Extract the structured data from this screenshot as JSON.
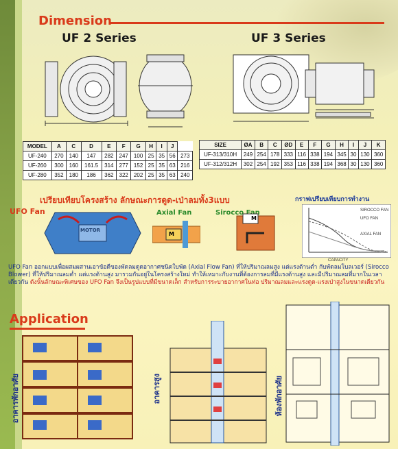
{
  "headings": {
    "dimension": "Dimension",
    "application": "Application"
  },
  "uf2": {
    "title": "UF 2 Series",
    "table": {
      "headers": [
        "MODEL",
        "A",
        "C",
        "D",
        "E",
        "F",
        "G",
        "H",
        "I",
        "J"
      ],
      "rows": [
        [
          "UF-240",
          "270",
          "140",
          "147",
          "282",
          "247",
          "100",
          "25",
          "35",
          "56",
          "273"
        ],
        [
          "UF-260",
          "300",
          "160",
          "161.5",
          "314",
          "277",
          "152",
          "25",
          "35",
          "63",
          "216"
        ],
        [
          "UF-280",
          "352",
          "180",
          "186",
          "362",
          "322",
          "202",
          "25",
          "35",
          "63",
          "240"
        ]
      ]
    }
  },
  "uf3": {
    "title": "UF 3 Series",
    "table": {
      "headers": [
        "SIZE",
        "ØA",
        "B",
        "C",
        "ØD",
        "E",
        "F",
        "G",
        "H",
        "I",
        "J",
        "K"
      ],
      "rows": [
        [
          "UF-313/310H",
          "249",
          "254",
          "178",
          "333",
          "116",
          "338",
          "194",
          "345",
          "30",
          "130",
          "360"
        ],
        [
          "UF-312/312H",
          "302",
          "254",
          "192",
          "353",
          "116",
          "338",
          "194",
          "368",
          "30",
          "130",
          "360"
        ]
      ]
    }
  },
  "compare": {
    "title": "เปรียบเทียบโครงสร้าง ลักษณะการดูด-เป่าลมทั้ง3แบบ",
    "ufo": "UFO Fan",
    "axial": "Axial Fan",
    "sirocco": "Sirocco Fan",
    "motor": "MOTOR",
    "m": "M"
  },
  "curve": {
    "title": "กราฟเปรียบเทียบการทำงาน",
    "legend": [
      "SIROCCO FAN",
      "UFO FAN",
      "AXIAL FAN"
    ],
    "xlabel": "CAPACITY"
  },
  "paragraph": {
    "part1": "UFO Fan ออกแบบเพื่อผสมผสานเอาข้อดีของพัดลมดูดอากาศชนิดใบพัด (Axial Flow Fan) ที่ให้ปริมาณลมสูง แต่แรงต้านต่ำ กับพัดลมโบลเวอร์ (Sirocco Blower) ที่ให้ปริมาณลมต่ำ แต่แรงต้านสูง มารวมกันอยู่ในโครงสร้างใหม่ ทำให้เหมาะกับงานที่ต้องการลมที่มีแรงต้านสูง และมีปริมาณลมที่มากในเวลาเดียวกัน ",
    "part2": "ดังนั้นลักษณะพิเศษของ UFO Fan จึงเป็นรูปแบบที่มีขนาดเล็ก สำหรับการระบายอากาศในท่อ ปริมาณลมและแรงดูด-แรงเป่าสูงในขนาดเดียวกัน"
  },
  "application": {
    "label1": "อาคารพักอาศัย",
    "label2": "อาคารสูง",
    "label3": "ห้องพักอาศัย"
  }
}
